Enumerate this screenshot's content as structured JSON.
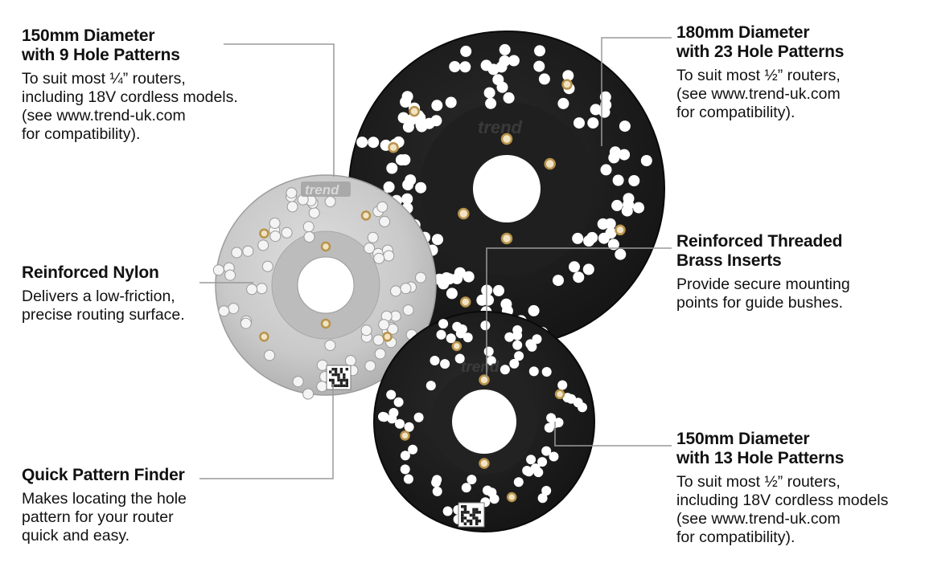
{
  "callouts": {
    "plate150_9": {
      "heading": [
        "150mm Diameter",
        "with 9 Hole Patterns"
      ],
      "body": [
        "To suit most ¼” routers,",
        "including 18V cordless models.",
        "(see www.trend-uk.com",
        "for compatibility)."
      ]
    },
    "plate180_23": {
      "heading": [
        "180mm Diameter",
        "with 23 Hole Patterns"
      ],
      "body": [
        "To suit most ½” routers,",
        "(see www.trend-uk.com",
        "for compatibility)."
      ]
    },
    "nylon": {
      "heading": [
        "Reinforced Nylon"
      ],
      "body": [
        "Delivers a low-friction,",
        "precise routing surface."
      ]
    },
    "brass": {
      "heading": [
        "Reinforced Threaded",
        "Brass Inserts"
      ],
      "body": [
        "Provide secure mounting",
        "points for guide bushes."
      ]
    },
    "finder": {
      "heading": [
        "Quick Pattern Finder"
      ],
      "body": [
        "Makes locating the hole",
        "pattern for your router",
        "quick and easy."
      ]
    },
    "plate150_13": {
      "heading": [
        "150mm Diameter",
        "with 13 Hole Patterns"
      ],
      "body": [
        "To suit most ½” routers,",
        "including 18V cordless models",
        "(see www.trend-uk.com",
        "for compatibility)."
      ]
    }
  },
  "plates": {
    "brand_mark": "trend",
    "large": {
      "color": "#1c1c1c",
      "label": "180mm black base plate"
    },
    "silver": {
      "color": "#c9c9c9",
      "label": "150mm grey nylon base plate"
    },
    "small": {
      "color": "#1c1c1c",
      "label": "150mm black base plate"
    }
  },
  "colors": {
    "leader_line": "#9a9a9a",
    "brass": "#b8934a"
  }
}
